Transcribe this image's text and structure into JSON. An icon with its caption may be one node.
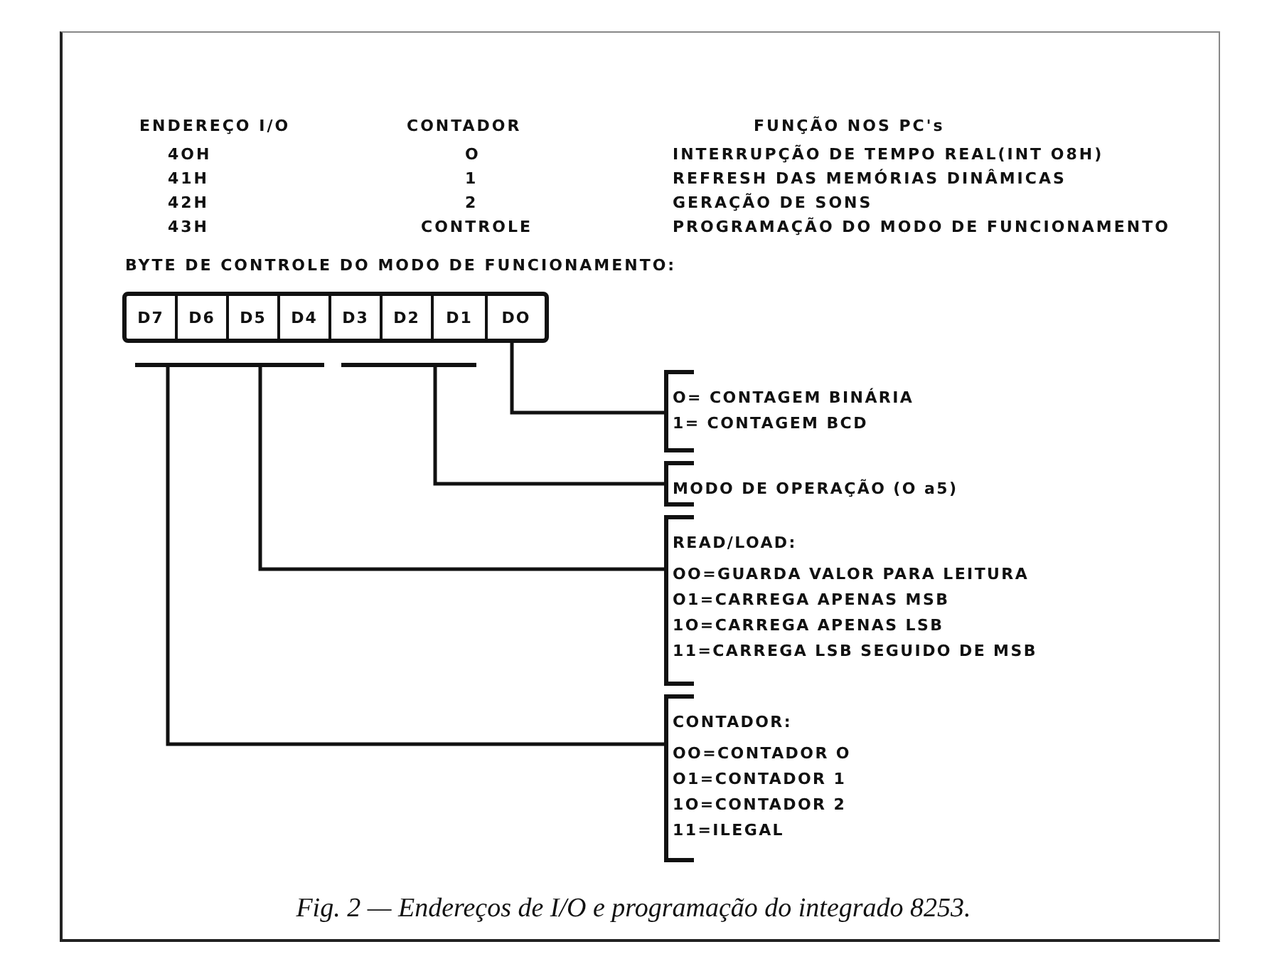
{
  "diagram": {
    "caption": "Fig. 2 — Endereços de I/O e programação do integrado 8253.",
    "nodes": [
      {
        "text": [],
        "shape": "box"
      },
      {
        "text": [
          "D7"
        ],
        "in": 0
      },
      {
        "text": [
          "D6"
        ],
        "in": 0
      },
      {
        "text": [
          "D5"
        ],
        "in": 0
      },
      {
        "text": [
          "D4"
        ],
        "in": 0
      },
      {
        "text": [
          "D3"
        ],
        "in": 0
      },
      {
        "text": [
          "D2"
        ],
        "in": 0
      },
      {
        "text": [
          "D1"
        ],
        "in": 0
      },
      {
        "text": [
          "DO"
        ],
        "in": 0
      },
      {
        "text": [],
        "shape": "bar"
      },
      {
        "text": [],
        "shape": "bar"
      },
      {
        "text": [],
        "shape": "bar"
      },
      {
        "text": [
          "O= CONTAGEM BINÁRIA",
          "1= CONTAGEM BCD"
        ]
      },
      {
        "text": [
          "MODO DE OPERAÇÃO (O a5)"
        ]
      },
      {
        "text": [
          "READ/LOAD:",
          "OO=GUARDA VALOR PARA LEITURA",
          "O1=CARREGA APENAS MSB",
          "1O=CARREGA APENAS LSB",
          "11=CARREGA LSB SEGUIDO DE MSB"
        ]
      },
      {
        "text": [
          "CONTADOR:",
          "OO=CONTADOR O",
          "O1=CONTADOR 1",
          "1O=CONTADOR 2",
          "11=ILEGAL"
        ]
      }
    ],
    "edges": [
      {
        "from": 8,
        "to": 12,
        "arrow": "none"
      },
      {
        "from": 11,
        "to": 13,
        "arrow": "none"
      },
      {
        "from": 10,
        "to": 14,
        "arrow": "none"
      },
      {
        "from": 9,
        "to": 15,
        "arrow": "none"
      }
    ],
    "labels": [
      "ENDEREÇO I/O",
      "CONTADOR",
      "FUNÇÃO NOS PC's",
      "4OH",
      "O",
      "INTERRUPÇÃO DE TEMPO REAL(INT O8H)",
      "41H",
      "1",
      "REFRESH DAS MEMÓRIAS DINÂMICAS",
      "42H",
      "2",
      "GERAÇÃO DE SONS",
      "43H",
      "CONTROLE",
      "PROGRAMAÇÃO DO MODO DE FUNCIONAMENTO",
      "BYTE DE CONTROLE DO MODO DE FUNCIONAMENTO:"
    ]
  }
}
